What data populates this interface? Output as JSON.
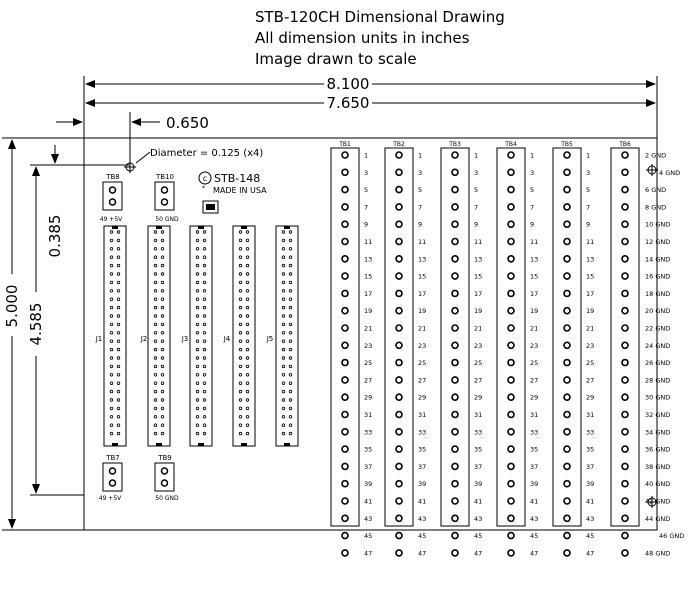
{
  "title_lines": [
    "STB-120CH Dimensional Drawing",
    "All dimension units in inches",
    "Image drawn to scale"
  ],
  "dimensions": {
    "overall_width": "8.100",
    "inner_width": "7.650",
    "hole_offset_x": "0.650",
    "hole_offset_y": "0.385",
    "overall_height": "5.000",
    "inner_height": "4.585"
  },
  "hole_note": "Diameter = 0.125 (x4)",
  "board": {
    "model": "STB-148",
    "made_in": "MADE IN USA"
  },
  "top_left_blocks": [
    {
      "label": "TB8",
      "pins": "49 +5V"
    },
    {
      "label": "TB10",
      "pins": "50 GND"
    }
  ],
  "bottom_left_blocks": [
    {
      "label": "TB7",
      "pins": "49 +5V"
    },
    {
      "label": "TB9",
      "pins": "50 GND"
    }
  ],
  "connectors": [
    "J1",
    "J2",
    "J3",
    "J4",
    "J5"
  ],
  "terminal_strips": [
    "TB1",
    "TB2",
    "TB3",
    "TB4",
    "TB5",
    "TB6"
  ],
  "odd_numbers": [
    "1",
    "3",
    "5",
    "7",
    "9",
    "11",
    "13",
    "15",
    "17",
    "19",
    "21",
    "23",
    "25",
    "27",
    "29",
    "31",
    "33",
    "35",
    "37",
    "39",
    "41",
    "43",
    "45",
    "47"
  ],
  "gnd_labels": [
    "2 GND",
    "4 GND",
    "6 GND",
    "8 GND",
    "10 GND",
    "12 GND",
    "14 GND",
    "16 GND",
    "18 GND",
    "20 GND",
    "22 GND",
    "24 GND",
    "26 GND",
    "28 GND",
    "30 GND",
    "32 GND",
    "34 GND",
    "36 GND",
    "38 GND",
    "40 GND",
    "42 GND",
    "44 GND",
    "46 GND",
    "48 GND"
  ]
}
